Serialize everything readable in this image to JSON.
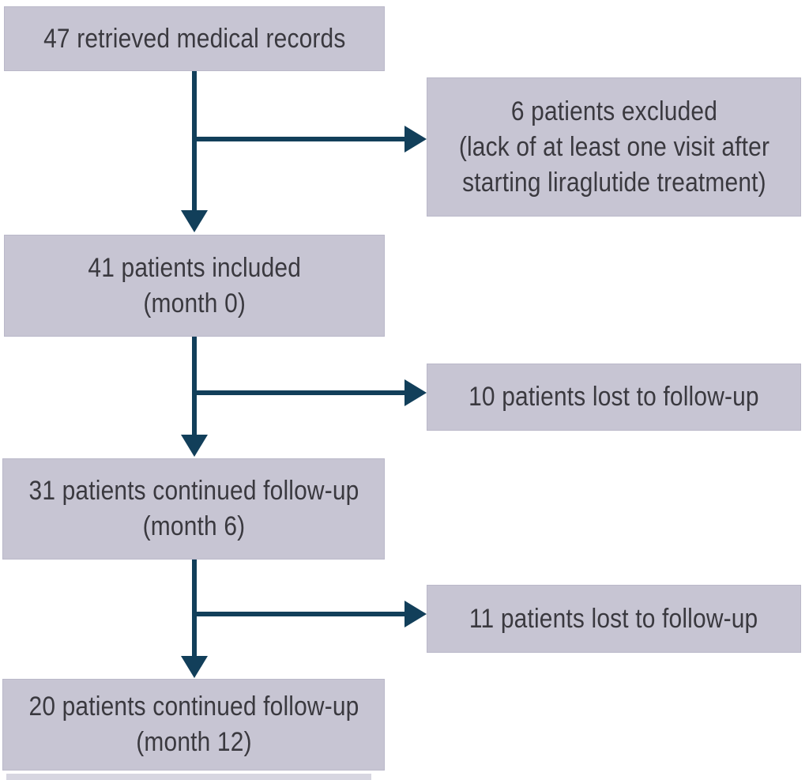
{
  "colors": {
    "background": "#ffffff",
    "box_fill": "#c7c5d3",
    "box_fill_light": "#d7d6e1",
    "box_edge": "#bab8c9",
    "arrow": "#123f5a",
    "text": "#3a393f"
  },
  "diagram": {
    "type": "patient-flow-chart",
    "boxes": {
      "retrieved": {
        "lines": [
          "47 retrieved medical records"
        ]
      },
      "excluded": {
        "lines": [
          "6 patients excluded",
          "(lack of at least one visit after",
          "starting liraglutide treatment)"
        ]
      },
      "included_month0": {
        "lines": [
          "41 patients included",
          "(month 0)"
        ]
      },
      "lost_to_followup_1": {
        "lines": [
          "10 patients lost to follow-up"
        ]
      },
      "continued_month6": {
        "lines": [
          "31 patients continued follow-up",
          "(month 6)"
        ]
      },
      "lost_to_followup_2": {
        "lines": [
          "11 patients lost to follow-up"
        ]
      },
      "continued_month12": {
        "lines": [
          "20 patients continued follow-up",
          "(month 12)"
        ]
      }
    }
  }
}
